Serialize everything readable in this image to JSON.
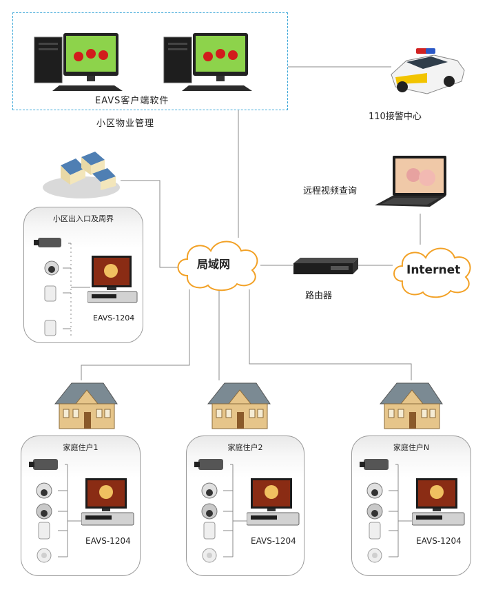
{
  "management": {
    "software_label": "EAVS客户端软件",
    "title": "小区物业管理"
  },
  "police": {
    "label": "110接警中心"
  },
  "remote": {
    "label": "远程视频查询"
  },
  "lan": {
    "label": "局域网"
  },
  "internet": {
    "label": "Internet"
  },
  "router": {
    "label": "路由器"
  },
  "perimeter": {
    "title": "小区出入口及周界",
    "device": "EAVS-1204"
  },
  "households": [
    {
      "title": "家庭住户1",
      "device": "EAVS-1204"
    },
    {
      "title": "家庭住户2",
      "device": "EAVS-1204"
    },
    {
      "title": "家庭住户N",
      "device": "EAVS-1204"
    }
  ],
  "colors": {
    "dashed_border": "#3aa6d8",
    "cloud_stroke": "#f2a126",
    "line": "#8a8a8a",
    "house_roof": "#7b8a93",
    "house_wall": "#e6c58a"
  }
}
